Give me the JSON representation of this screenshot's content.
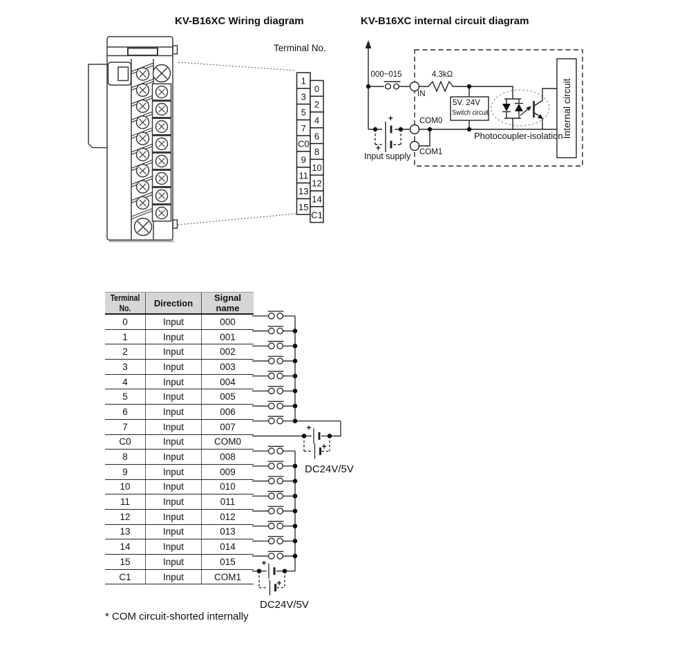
{
  "titles": {
    "wiring": "KV-B16XC Wiring diagram",
    "internal": "KV-B16XC internal circuit diagram"
  },
  "wiring": {
    "terminal_no_label": "Terminal No.",
    "terminal_left": [
      "1",
      "3",
      "5",
      "7",
      "C0",
      "9",
      "11",
      "13",
      "15"
    ],
    "terminal_right": [
      "0",
      "2",
      "4",
      "6",
      "8",
      "10",
      "12",
      "14",
      "C1"
    ]
  },
  "internal": {
    "input_range": "000~015",
    "resistor": "4.3kΩ",
    "in_label": "IN",
    "switch_box_line1": "5V. 24V",
    "switch_box_line2": "Switch circuit",
    "com0": "COM0",
    "com1": "COM1",
    "input_supply": "Input supply",
    "photocoupler": "Photocoupler-isolation",
    "internal_box": "Internal circuit",
    "plus": "+"
  },
  "table": {
    "headers": [
      "Terminal No.",
      "Direction",
      "Signal name"
    ],
    "rows": [
      {
        "terminal": "0",
        "direction": "Input",
        "signal": "000",
        "type": "input"
      },
      {
        "terminal": "1",
        "direction": "Input",
        "signal": "001",
        "type": "input"
      },
      {
        "terminal": "2",
        "direction": "Input",
        "signal": "002",
        "type": "input"
      },
      {
        "terminal": "3",
        "direction": "Input",
        "signal": "003",
        "type": "input"
      },
      {
        "terminal": "4",
        "direction": "Input",
        "signal": "004",
        "type": "input"
      },
      {
        "terminal": "5",
        "direction": "Input",
        "signal": "005",
        "type": "input"
      },
      {
        "terminal": "6",
        "direction": "Input",
        "signal": "006",
        "type": "input"
      },
      {
        "terminal": "7",
        "direction": "Input",
        "signal": "007",
        "type": "input"
      },
      {
        "terminal": "C0",
        "direction": "Input",
        "signal": "COM0",
        "type": "com"
      },
      {
        "terminal": "8",
        "direction": "Input",
        "signal": "008",
        "type": "input"
      },
      {
        "terminal": "9",
        "direction": "Input",
        "signal": "009",
        "type": "input"
      },
      {
        "terminal": "10",
        "direction": "Input",
        "signal": "010",
        "type": "input"
      },
      {
        "terminal": "11",
        "direction": "Input",
        "signal": "011",
        "type": "input"
      },
      {
        "terminal": "12",
        "direction": "Input",
        "signal": "012",
        "type": "input"
      },
      {
        "terminal": "13",
        "direction": "Input",
        "signal": "013",
        "type": "input"
      },
      {
        "terminal": "14",
        "direction": "Input",
        "signal": "014",
        "type": "input"
      },
      {
        "terminal": "15",
        "direction": "Input",
        "signal": "015",
        "type": "input"
      },
      {
        "terminal": "C1",
        "direction": "Input",
        "signal": "COM1",
        "type": "com"
      }
    ]
  },
  "power": {
    "dc_group1": "DC24V/5V",
    "dc_group2": "DC24V/5V",
    "plus": "+"
  },
  "footnote": "* COM circuit-shorted internally"
}
